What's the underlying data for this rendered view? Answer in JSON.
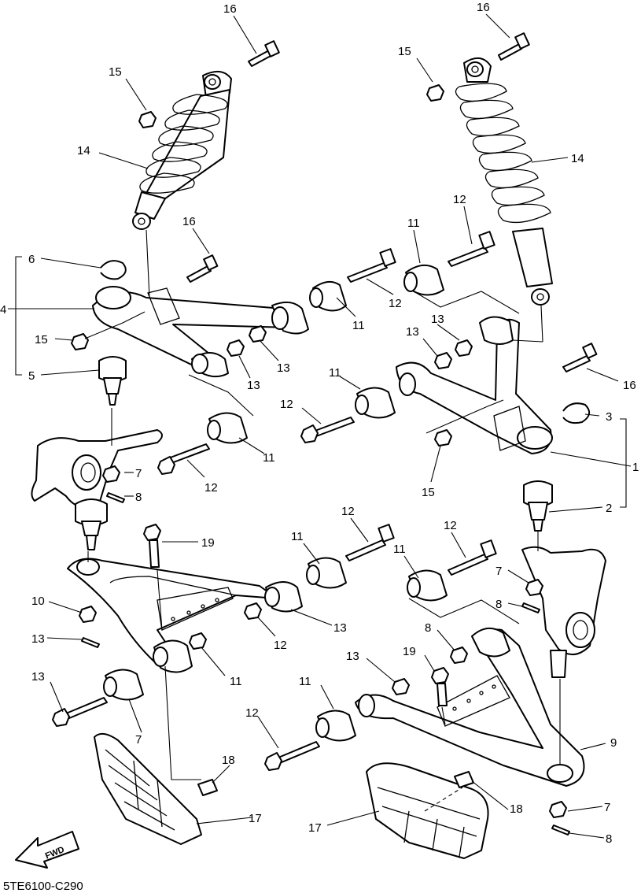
{
  "callouts": [
    {
      "id": "c16a",
      "text": "16"
    },
    {
      "id": "c15a",
      "text": "15"
    },
    {
      "id": "c14a",
      "text": "14"
    },
    {
      "id": "c16b",
      "text": "16"
    },
    {
      "id": "c15b",
      "text": "15"
    },
    {
      "id": "c14b",
      "text": "14"
    },
    {
      "id": "c16c",
      "text": "16"
    },
    {
      "id": "c6",
      "text": "6"
    },
    {
      "id": "c4",
      "text": "4"
    },
    {
      "id": "c15c",
      "text": "15"
    },
    {
      "id": "c5",
      "text": "5"
    },
    {
      "id": "c12a",
      "text": "12"
    },
    {
      "id": "c11a",
      "text": "11"
    },
    {
      "id": "c12b",
      "text": "12"
    },
    {
      "id": "c11b",
      "text": "11"
    },
    {
      "id": "c13a",
      "text": "13"
    },
    {
      "id": "c13b",
      "text": "13"
    },
    {
      "id": "c13c",
      "text": "13"
    },
    {
      "id": "c13d",
      "text": "13"
    },
    {
      "id": "c16d",
      "text": "16"
    },
    {
      "id": "c11c",
      "text": "11"
    },
    {
      "id": "c12c",
      "text": "12"
    },
    {
      "id": "c3",
      "text": "3"
    },
    {
      "id": "c11d",
      "text": "11"
    },
    {
      "id": "c12d",
      "text": "12"
    },
    {
      "id": "c1",
      "text": "1"
    },
    {
      "id": "c15d",
      "text": "15"
    },
    {
      "id": "c7a",
      "text": "7"
    },
    {
      "id": "c8a",
      "text": "8"
    },
    {
      "id": "c2",
      "text": "2"
    },
    {
      "id": "c12e",
      "text": "12"
    },
    {
      "id": "c19a",
      "text": "19"
    },
    {
      "id": "c11e",
      "text": "11"
    },
    {
      "id": "c12f",
      "text": "12"
    },
    {
      "id": "c11f",
      "text": "11"
    },
    {
      "id": "c7b",
      "text": "7"
    },
    {
      "id": "c8b",
      "text": "8"
    },
    {
      "id": "c10",
      "text": "10"
    },
    {
      "id": "c13e",
      "text": "13"
    },
    {
      "id": "c13f",
      "text": "13"
    },
    {
      "id": "c12g",
      "text": "12"
    },
    {
      "id": "c11g",
      "text": "11"
    },
    {
      "id": "c13g",
      "text": "13"
    },
    {
      "id": "c7c",
      "text": "7"
    },
    {
      "id": "c8c",
      "text": "8"
    },
    {
      "id": "c13h",
      "text": "13"
    },
    {
      "id": "c19b",
      "text": "19"
    },
    {
      "id": "c11h",
      "text": "11"
    },
    {
      "id": "c12h",
      "text": "12"
    },
    {
      "id": "c9",
      "text": "9"
    },
    {
      "id": "c18a",
      "text": "18"
    },
    {
      "id": "c17a",
      "text": "17"
    },
    {
      "id": "c17b",
      "text": "17"
    },
    {
      "id": "c18b",
      "text": "18"
    },
    {
      "id": "c7d",
      "text": "7"
    },
    {
      "id": "c8d",
      "text": "8"
    }
  ],
  "fwd_label": "FWD",
  "diagram_code": "5TE6100-C290"
}
